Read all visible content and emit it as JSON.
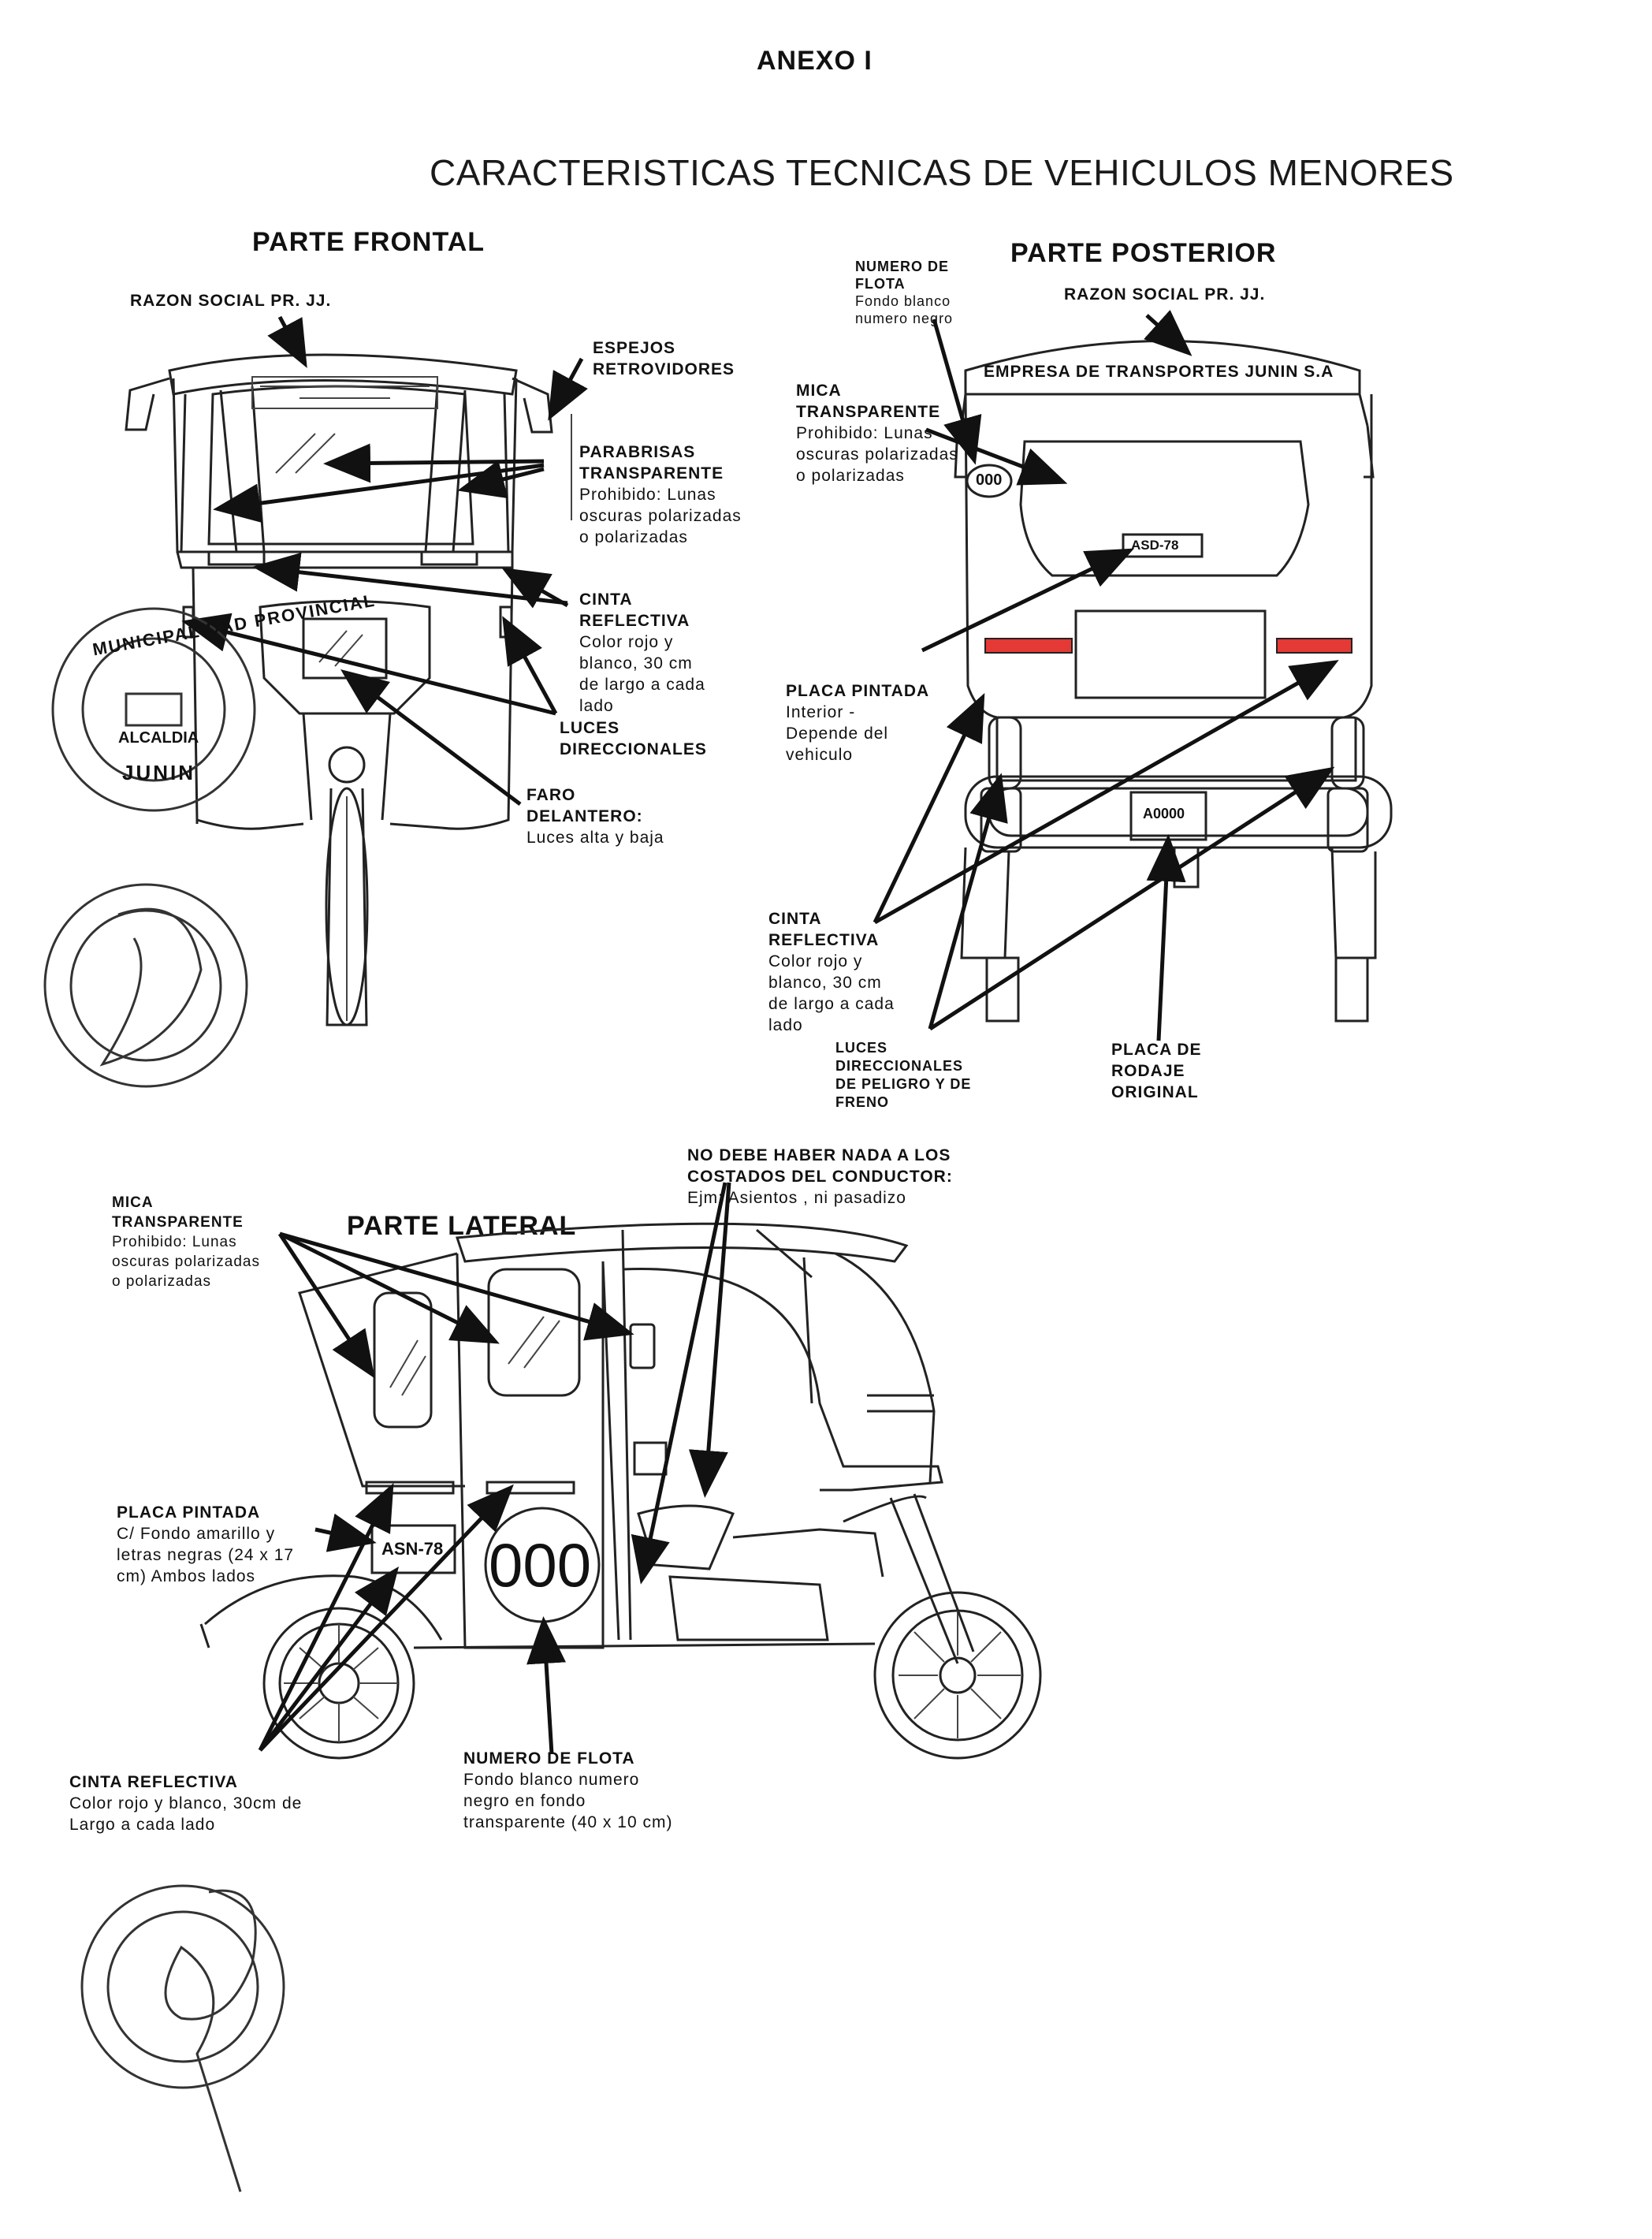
{
  "header": {
    "annex": "ANEXO I",
    "title": "CARACTERISTICAS TECNICAS DE VEHICULOS MENORES"
  },
  "front": {
    "section": "PARTE FRONTAL",
    "razon_social": "RAZON SOCIAL PR. JJ.",
    "espejos": "ESPEJOS\nRETROVIDORES",
    "parabrisas_title": "PARABRISAS\nTRANSPARENTE",
    "parabrisas_desc": "Prohibido: Lunas\noscuras polarizadas\no polarizadas",
    "cinta_title": "CINTA\nREFLECTIVA",
    "cinta_desc": "Color rojo y\nblanco, 30 cm\nde largo a cada\nlado",
    "luces_dir": "LUCES\nDIRECCIONALES",
    "faro_title": "FARO\nDELANTERO:",
    "faro_desc": "Luces alta y baja"
  },
  "rear": {
    "section": "PARTE POSTERIOR",
    "numero_flota": "NUMERO DE\nFLOTA",
    "numero_flota_desc": "Fondo blanco\nnumero negro",
    "razon_social": "RAZON SOCIAL PR. JJ.",
    "empresa": "EMPRESA DE TRANSPORTES JUNIN S.A",
    "mica_title": "MICA\nTRANSPARENTE",
    "mica_desc": "Prohibido: Lunas\noscuras polarizadas\no polarizadas",
    "flota_badge": "000",
    "placa_text": "ASD-78",
    "placa_pintada_title": "PLACA PINTADA",
    "placa_pintada_desc": "Interior -\nDepende del\nvehiculo",
    "cinta_title": "CINTA\nREFLECTIVA",
    "cinta_desc": "Color rojo y\nblanco, 30 cm\nde largo a cada\nlado",
    "luces_title": "LUCES\nDIRECCIONALES\nDE PELIGRO Y DE\nFRENO",
    "placa_rodaje": "PLACA DE\nRODAJE\nORIGINAL",
    "placa_rodaje_text": "A0000"
  },
  "side": {
    "section": "PARTE LATERAL",
    "mica_title": "MICA\nTRANSPARENTE",
    "mica_desc": "Prohibido: Lunas\noscuras polarizadas\no polarizadas",
    "no_debe_title": "NO DEBE HABER NADA A LOS\nCOSTADOS DEL CONDUCTOR:",
    "no_debe_desc": "Ejm: Asientos , ni pasadizo",
    "placa_title": "PLACA PINTADA",
    "placa_desc": "C/ Fondo amarillo y\nletras negras (24 x 17\ncm) Ambos lados",
    "placa_text": "ASN-78",
    "flota_number": "000",
    "cinta_title": "CINTA REFLECTIVA",
    "cinta_desc": "Color rojo y blanco, 30cm de\nLargo a cada lado",
    "numero_flota_title": "NUMERO DE FLOTA",
    "numero_flota_desc": "Fondo blanco numero\nnegro en fondo\ntransparente (40 x 10 cm)"
  },
  "stamps": {
    "stamp1_text": "MUNICIPALIDAD PROVINCIAL",
    "stamp1_center": "ALCALDIA",
    "stamp1_bottom": "JUNIN"
  }
}
